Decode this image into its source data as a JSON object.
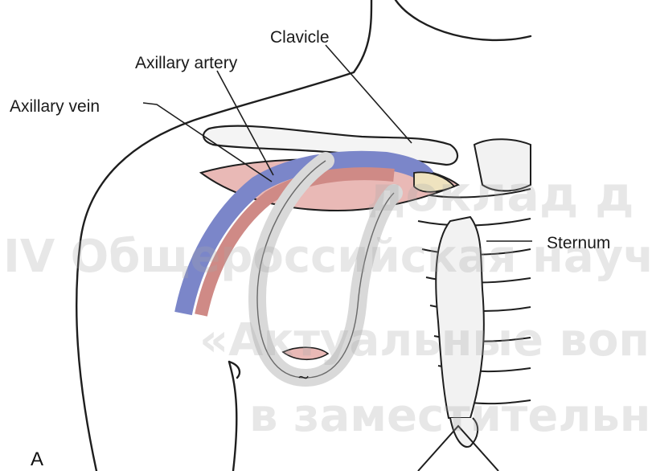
{
  "labels": {
    "clavicle": "Clavicle",
    "axillary_artery": "Axillary artery",
    "axillary_vein": "Axillary vein",
    "sternum": "Sternum"
  },
  "panel_letter": "A",
  "watermark": {
    "line1": "доклад д",
    "line2": "IV Общероссийская научн",
    "line3": "«Актуальные воп",
    "line4": "в заместительн"
  },
  "colors": {
    "vein": "#7b86c9",
    "artery": "#cf8a86",
    "tissue": "#e9b9b6",
    "bone_fill": "#ececec",
    "clavicle_tip": "#efe3bf",
    "outline": "#1e1e1e",
    "watermark": "#aaaaaa"
  }
}
